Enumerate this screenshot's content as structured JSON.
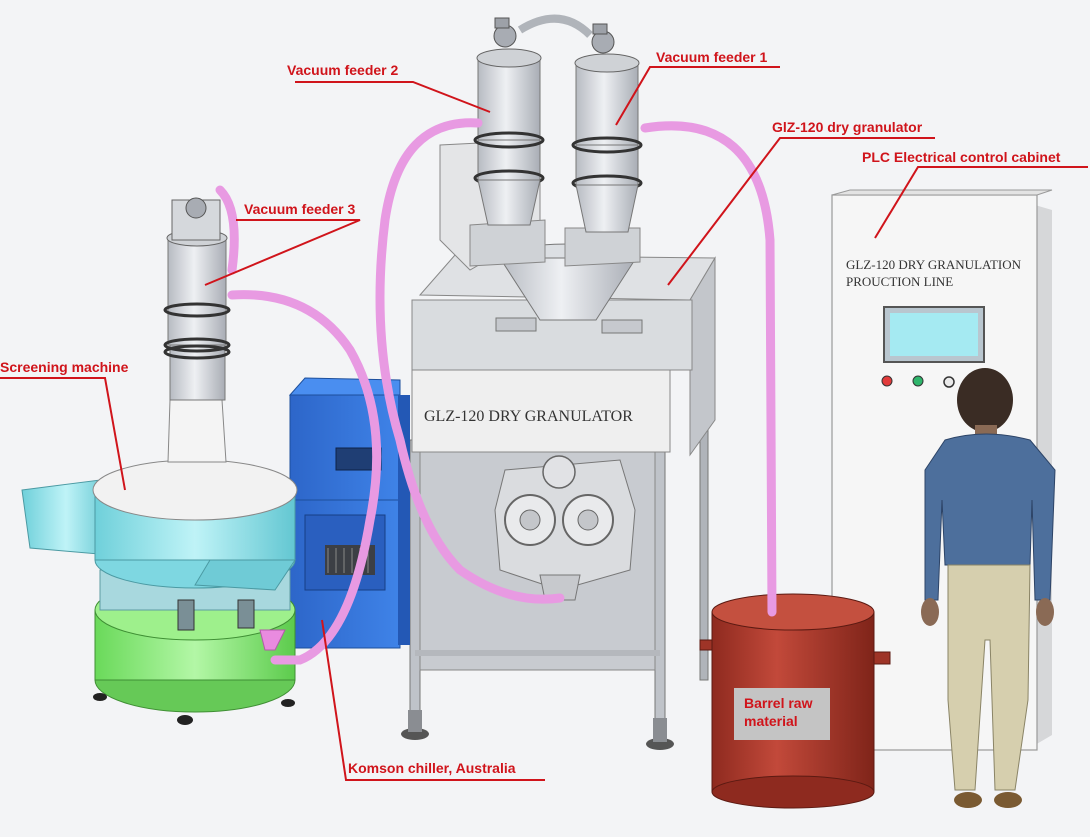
{
  "callouts": {
    "vacuum_feeder_1": "Vacuum feeder 1",
    "vacuum_feeder_2": "Vacuum feeder 2",
    "vacuum_feeder_3": "Vacuum feeder 3",
    "glz_granulator": "GlZ-120 dry granulator",
    "plc_cabinet": "PLC Electrical control cabinet",
    "screening_machine": "Screening machine",
    "chiller": "Komson chiller, Australia",
    "barrel_line1": "Barrel raw",
    "barrel_line2": "material"
  },
  "machine_labels": {
    "granulator_panel": "GLZ-120 DRY GRANULATOR",
    "cabinet_line1": "GLZ-120 DRY GRANULATION",
    "cabinet_line2": "PROUCTION LINE"
  },
  "colors": {
    "callout_red": "#d0141b",
    "hose_pink": "#e89ae2",
    "chiller_blue": "#2f6fd3",
    "screen_cyan": "#8fe2ea",
    "screen_green": "#8ff07e",
    "barrel_red": "#b03a2c",
    "cabinet_white": "#f4f4f4",
    "steel_gray": "#c9ccd1"
  }
}
